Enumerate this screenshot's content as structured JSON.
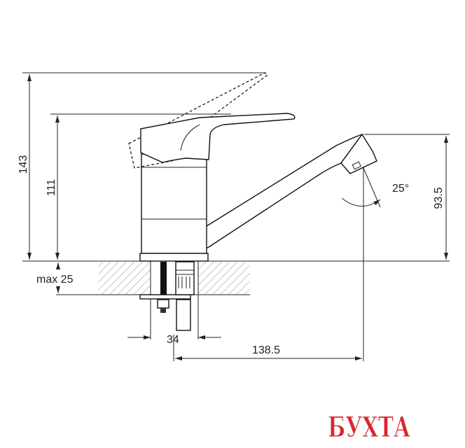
{
  "dimensions": {
    "total_height": "143",
    "handle_height": "111",
    "spout_height": "93.5",
    "spout_angle": "25°",
    "max_counter_thickness": "max 25",
    "hole_diameter": "34",
    "spout_reach": "138.5"
  },
  "watermark": {
    "text": "БУХТА",
    "color": "#d8282e"
  }
}
